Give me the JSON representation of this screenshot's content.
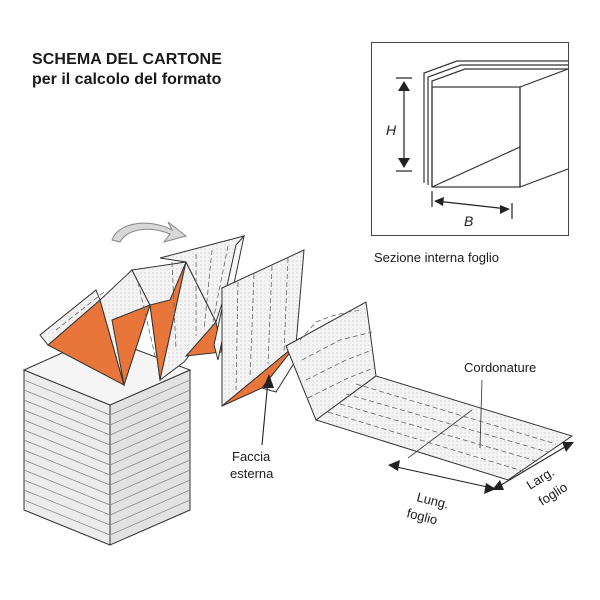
{
  "title": "SCHEMA DEL CARTONE",
  "subtitle": "per il calcolo del formato",
  "section": {
    "caption": "Sezione interna foglio",
    "height_label": "H",
    "base_label": "B"
  },
  "labels": {
    "cordonature": "Cordonature",
    "faccia_line1": "Faccia",
    "faccia_line2": "esterna",
    "lung_line1": "Lung.",
    "lung_line2": "foglio",
    "larg_line1": "Larg.",
    "larg_line2": "foglio"
  },
  "colors": {
    "orange": "#e8763a",
    "line": "#333333",
    "sheet": "#f2f2f2",
    "arrow_grey": "#9a9a9a"
  }
}
